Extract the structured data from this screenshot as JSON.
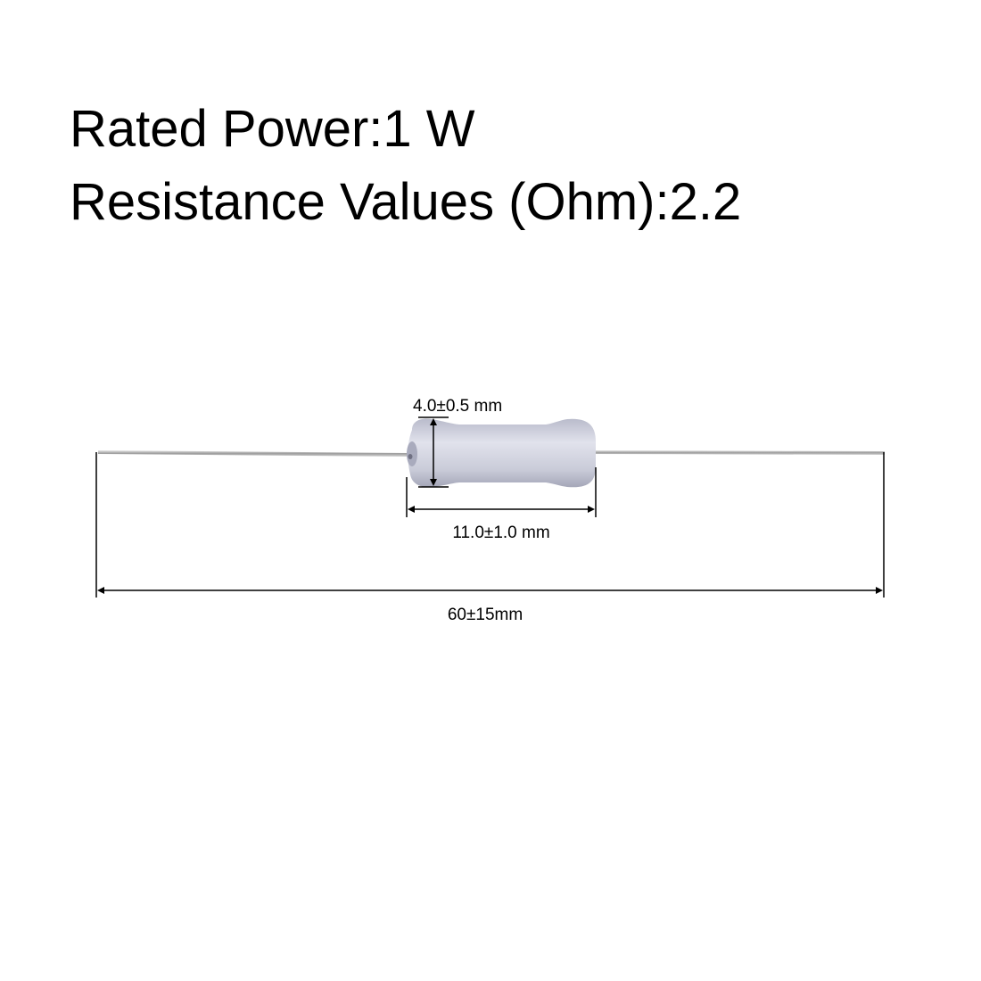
{
  "specs": {
    "rated_power": "Rated Power:1 W",
    "resistance": "Resistance Values (Ohm):2.2"
  },
  "dimensions": {
    "diameter": "4.0±0.5 mm",
    "body_length": "11.0±1.0 mm",
    "total_length": "60±15mm"
  },
  "colors": {
    "text": "#000000",
    "body": "#c9cbd8",
    "lead": "#b9b9b9",
    "dimension_line": "#000000"
  }
}
